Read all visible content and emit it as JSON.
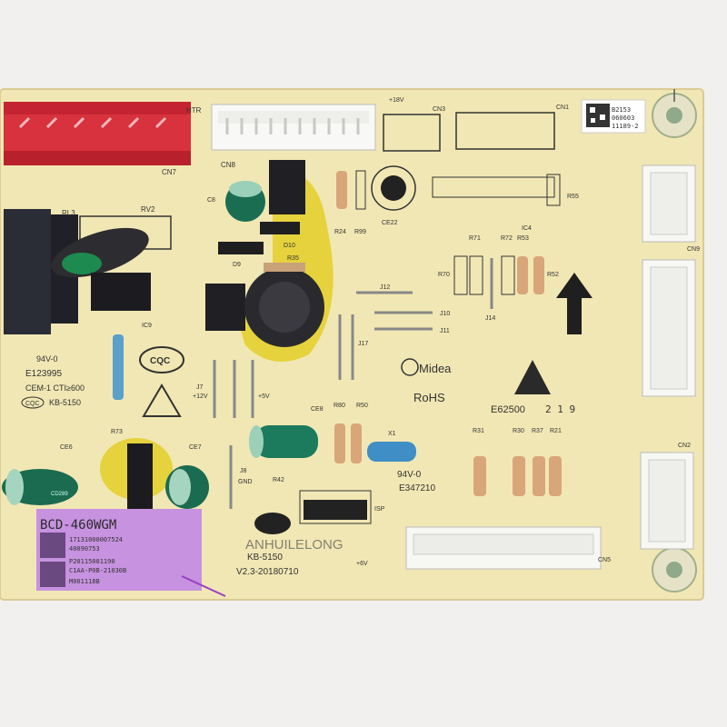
{
  "board": {
    "model": "BCD-460WGM",
    "brand": "Midea",
    "rohs": "RoHS",
    "board_id": "KB-5150",
    "version": "V2.3-20180710",
    "watermark": "ANHUILELONG",
    "esd_code": "E62500",
    "esd_date": "2 1 9",
    "board_colors": {
      "pcb": "#f1e7b4",
      "connector_red": "#d8323e",
      "sticker": "#c792e0"
    }
  },
  "cert": {
    "ul1": "94V-0",
    "e1": "E123995",
    "cem": "CEM-1 CTI≥600",
    "cqc_small": "CQC",
    "kb": "KB-5150",
    "cqc_big": "CQC",
    "ul2": "94V-0",
    "e2": "E347210"
  },
  "sticker": {
    "model": "BCD-460WGM",
    "line1": "17131000007524",
    "line2": "40090753",
    "line3": "P20115001190",
    "line4": "C1AA-P0B-21030B",
    "line5": "M001118B"
  },
  "corner_label": {
    "line1": "B2153",
    "line2": "060603",
    "line3": "11189-2"
  },
  "labels": {
    "htr": "HTR",
    "cn7": "CN7",
    "cn8": "CN8",
    "cn3": "CN3",
    "cn1": "CN1",
    "cn9": "CN9",
    "cn2": "CN2",
    "cn5": "CN5",
    "rl3": "RL3",
    "rv2": "RV2",
    "c8": "C8",
    "ce22": "CE22",
    "d9": "D9",
    "d10": "D10",
    "r35": "R35",
    "r24": "R24",
    "r99": "R99",
    "r55": "R55",
    "r71": "R71",
    "r72": "R72",
    "r53": "R53",
    "ic4": "IC4",
    "r70": "R70",
    "r52": "R52",
    "j12": "J12",
    "j10": "J10",
    "j11": "J11",
    "j14": "J14",
    "j17": "J17",
    "ic9": "IC9",
    "j7": "J7",
    "p12v": "+12V",
    "p5v": "+5V",
    "ce8": "CE8",
    "r80": "R80",
    "r50": "R50",
    "x1": "X1",
    "r31": "R31",
    "r30": "R30",
    "r37": "R37",
    "r21": "R21",
    "r73": "R73",
    "ce6": "CE6",
    "ce7": "CE7",
    "j8": "J8",
    "gnd": "GND",
    "r42": "R42",
    "isp": "ISP",
    "p6v": "+6V",
    "p18v": "+18V",
    "cap_brand": "CD289"
  }
}
